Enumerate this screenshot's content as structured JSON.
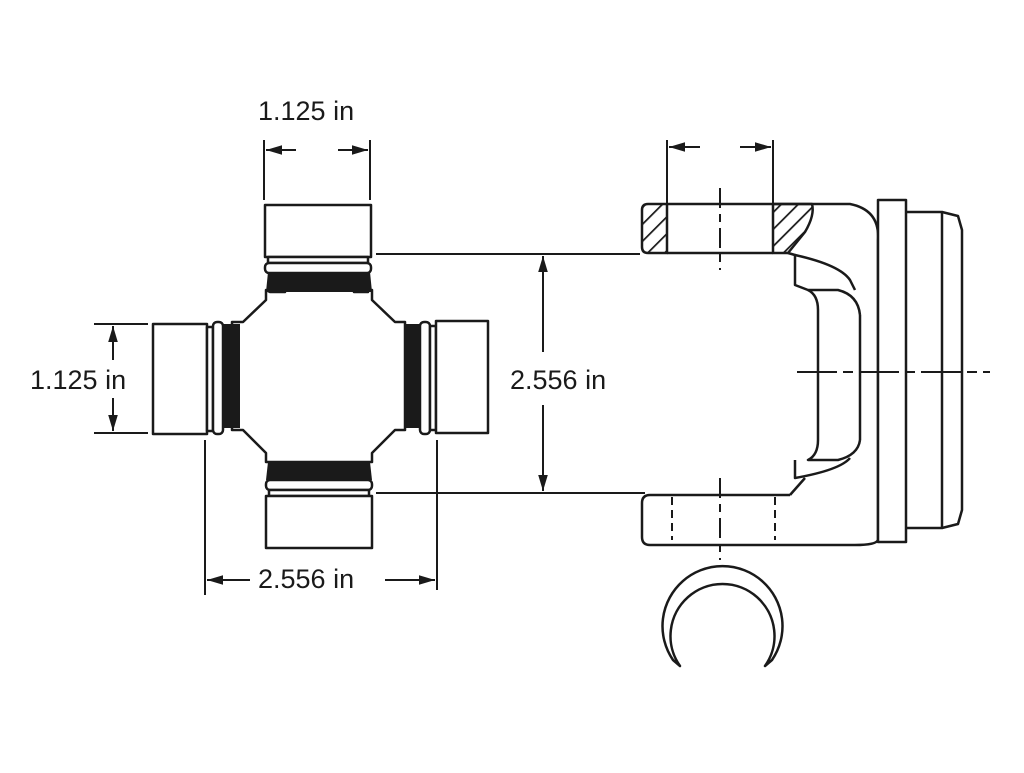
{
  "diagram": {
    "subject": "universal joint cross and end yoke",
    "line_color": "#1a1a1a",
    "background_color": "#ffffff",
    "labels": {
      "cap_width_top": "1.125 in",
      "cap_height_left": "1.125 in",
      "span_horizontal": "2.556 in",
      "yoke_inside_width": "2.556 in"
    },
    "components": [
      {
        "id": "cross",
        "name": "U-joint cross with four bearing caps"
      },
      {
        "id": "yoke",
        "name": "End yoke (section view with hatched ear)"
      },
      {
        "id": "snap-ring",
        "name": "Retaining snap ring (C-clip)"
      }
    ]
  }
}
